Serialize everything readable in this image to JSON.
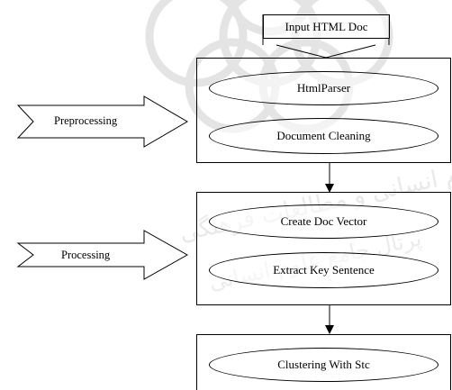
{
  "input_node": {
    "label": "Input HTML Doc"
  },
  "stages": [
    {
      "label": "Preprocessing"
    },
    {
      "label": "Processing"
    }
  ],
  "groups": [
    {
      "nodes": [
        {
          "label": "HtmlParser"
        },
        {
          "label": "Document Cleaning"
        }
      ]
    },
    {
      "nodes": [
        {
          "label": "Create Doc Vector"
        },
        {
          "label": "Extract Key Sentence"
        }
      ]
    },
    {
      "nodes": [
        {
          "label": "Clustering With Stc"
        }
      ]
    }
  ],
  "colors": {
    "line": "#000000",
    "watermark": "#e6e6e6"
  }
}
